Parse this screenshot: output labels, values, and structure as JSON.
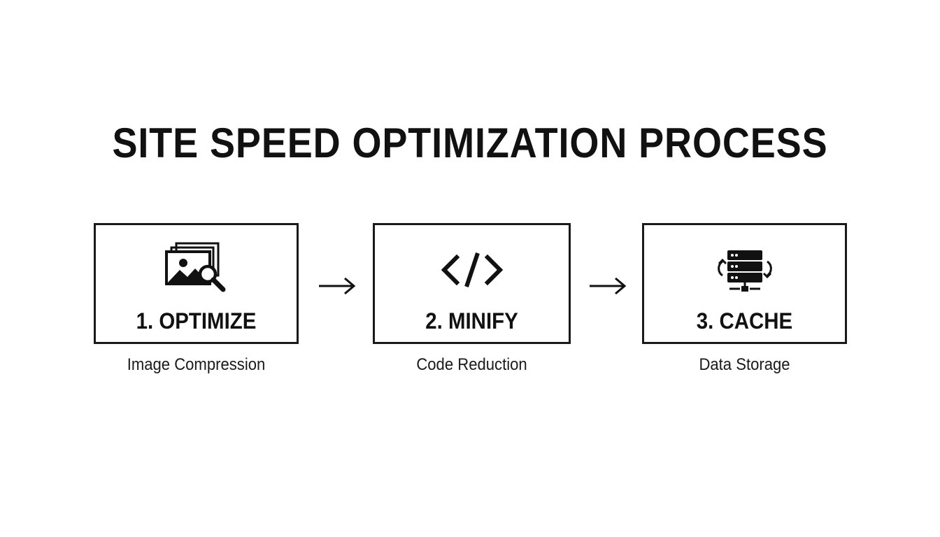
{
  "title": "SITE SPEED OPTIMIZATION PROCESS",
  "steps": [
    {
      "label": "1. OPTIMIZE",
      "caption": "Image Compression",
      "icon": "image-search-icon"
    },
    {
      "label": "2. MINIFY",
      "caption": "Code Reduction",
      "icon": "code-icon"
    },
    {
      "label": "3. CACHE",
      "caption": "Data Storage",
      "icon": "server-sync-icon"
    }
  ],
  "connectors": [
    "arrow-right-icon",
    "arrow-right-icon"
  ],
  "colors": {
    "ink": "#111111",
    "background": "#ffffff",
    "border": "#1a1a1a"
  }
}
